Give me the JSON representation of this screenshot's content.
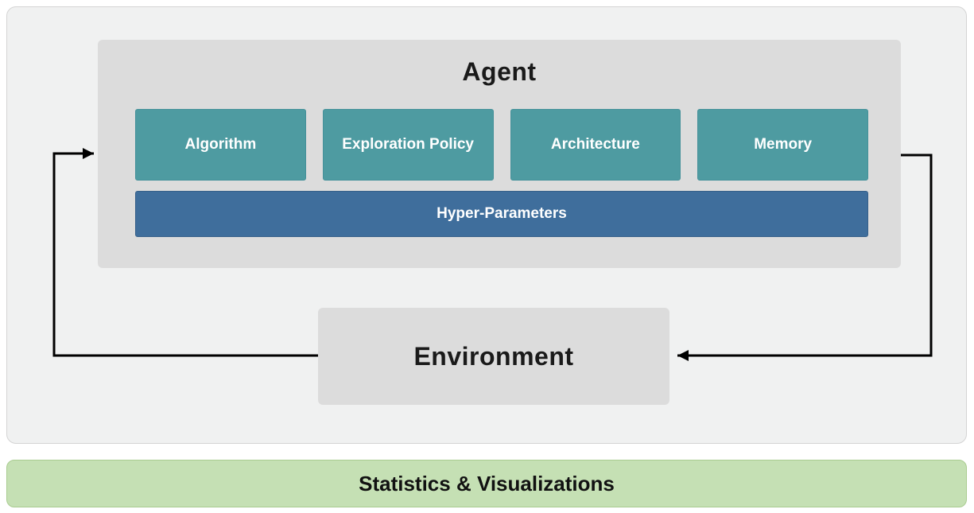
{
  "diagram": {
    "agent": {
      "title": "Agent",
      "modules": [
        {
          "label": "Algorithm"
        },
        {
          "label": "Exploration Policy"
        },
        {
          "label": "Architecture"
        },
        {
          "label": "Memory"
        }
      ],
      "hyper_parameters_label": "Hyper-Parameters"
    },
    "environment_label": "Environment",
    "arrows": [
      {
        "name": "environment-to-agent",
        "direction": "left-loop-up-into-agent"
      },
      {
        "name": "agent-to-environment",
        "direction": "right-loop-down-into-environment"
      }
    ]
  },
  "footer": {
    "label": "Statistics & Visualizations"
  },
  "colors": {
    "module_teal": "#4E9BA1",
    "hyper_blue": "#3F6E9C",
    "box_gray": "#DCDCDC",
    "panel_gray": "#F0F1F1",
    "footer_green": "#C5E0B4",
    "arrow_black": "#000000"
  }
}
